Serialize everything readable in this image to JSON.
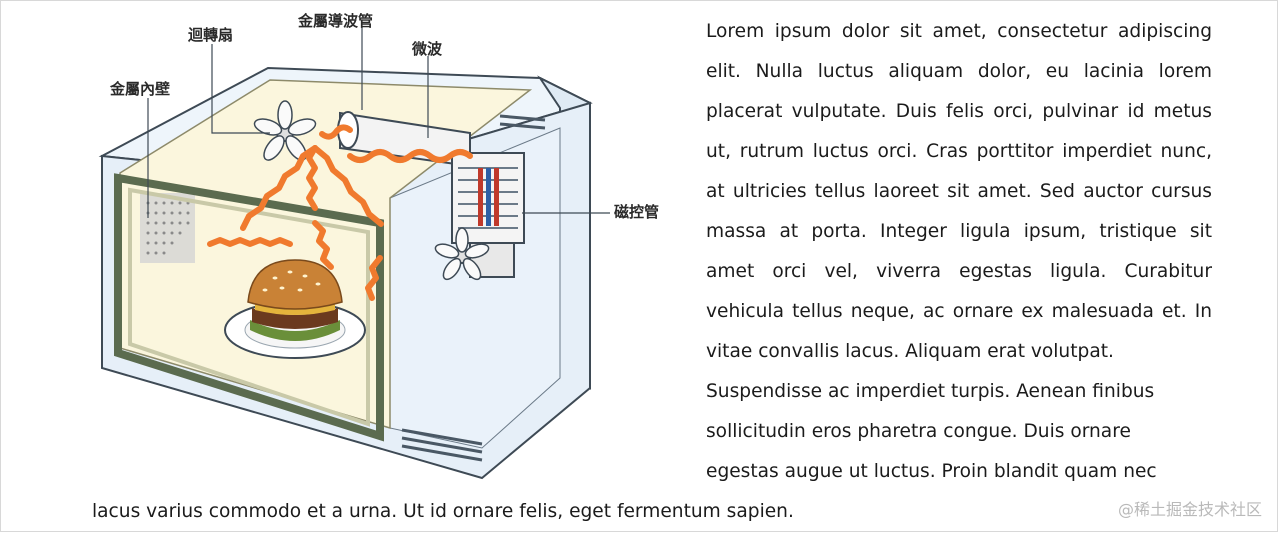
{
  "figure": {
    "labels": {
      "inner_wall": "金屬內壁",
      "fan": "迴轉扇",
      "waveguide": "金屬導波管",
      "microwave": "微波",
      "magnetron": "磁控管"
    },
    "colors": {
      "wave": "#f07a2e",
      "cabinet": "#e9f1f8",
      "cavity": "#fbf6dd",
      "outline": "#3e4a55"
    }
  },
  "text": {
    "lines": [
      "Lorem ipsum dolor sit amet, consectetur adipiscing",
      "elit. Nulla luctus aliquam dolor, eu lacinia lorem",
      "placerat vulputate. Duis felis orci, pulvinar id metus",
      "ut, rutrum luctus orci. Cras porttitor imperdiet nunc,",
      "at ultricies tellus laoreet sit amet. Sed auctor cursus",
      "massa at porta. Integer ligula ipsum, tristique sit",
      "amet orci vel, viverra egestas ligula. Curabitur",
      "vehicula tellus neque, ac ornare ex malesuada et. In",
      "vitae convallis lacus. Aliquam erat volutpat.",
      "Suspendisse ac imperdiet turpis. Aenean finibus",
      "sollicitudin eros pharetra congue. Duis ornare",
      "egestas augue ut luctus. Proin blandit quam nec"
    ],
    "last_line": "lacus varius commodo et a urna. Ut id ornare felis, eget fermentum sapien."
  },
  "watermark": "@稀土掘金技术社区"
}
